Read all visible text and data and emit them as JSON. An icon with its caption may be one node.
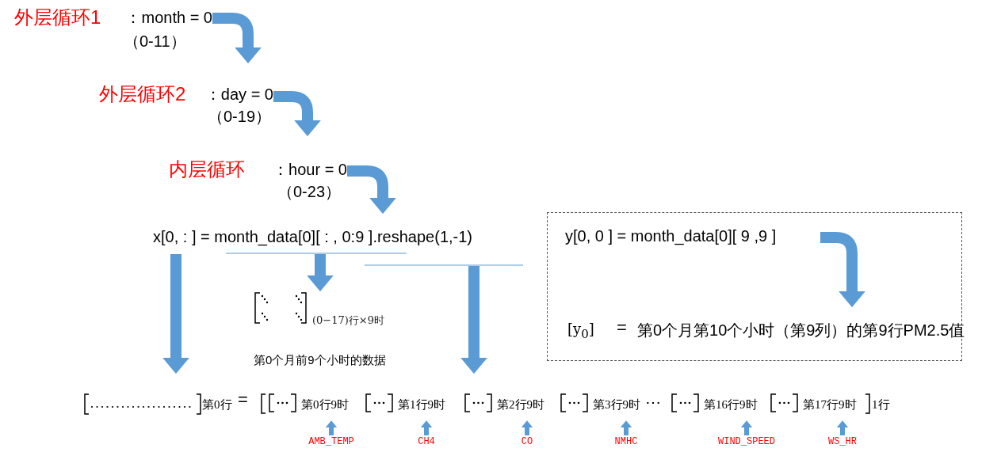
{
  "diagram": {
    "nodes": [
      {
        "text": [
          "外层循环1",
          "：month = 0",
          "（0-11）"
        ]
      },
      {
        "text": [
          "外层循环2",
          "：day = 0",
          "（0-19）"
        ]
      },
      {
        "text": [
          "内层循环",
          "：hour = 0",
          "（0-23）"
        ]
      },
      {
        "text": [
          "x[0, : ] = month_data[0][ : , 0:9 ].reshape(1,-1)"
        ]
      },
      {
        "text": [
          "(0−17)行×9时"
        ],
        "beside": [
          "第0个月前9个小时的数据"
        ]
      },
      {
        "text": [
          "第0行"
        ]
      },
      {
        "text": [
          "1行"
        ]
      },
      {
        "text": [
          "第0行9时"
        ],
        "in": 6
      },
      {
        "text": [
          "第1行9时"
        ],
        "in": 6
      },
      {
        "text": [
          "第2行9时"
        ],
        "in": 6
      },
      {
        "text": [
          "第3行9时"
        ],
        "in": 6
      },
      {
        "text": [
          "第16行9时"
        ],
        "in": 6
      },
      {
        "text": [
          "第17行9时"
        ],
        "in": 6
      },
      {
        "text": [],
        "shape": "box"
      },
      {
        "text": [
          "y[0, 0 ] = month_data[0][ 9 ,9 ]"
        ],
        "in": 13
      },
      {
        "text": [
          "[y$_{0}$]",
          "=",
          "第0个月第10个小时（第9列）的第9行PM2.5值"
        ],
        "in": 13
      },
      {
        "text": [
          "AMB_TEMP"
        ]
      },
      {
        "text": [
          "CH4"
        ]
      },
      {
        "text": [
          "CO"
        ]
      },
      {
        "text": [
          "NMHC"
        ]
      },
      {
        "text": [
          "WIND_SPEED"
        ]
      },
      {
        "text": [
          "WS_HR"
        ]
      }
    ],
    "edges": [
      {
        "from": 0,
        "to": 1,
        "arrow": "to"
      },
      {
        "from": 1,
        "to": 2,
        "arrow": "to"
      },
      {
        "from": 2,
        "to": 3,
        "arrow": "to"
      },
      {
        "from": 3,
        "to": 4,
        "arrow": "to"
      },
      {
        "from": 3,
        "to": 5,
        "arrow": "to"
      },
      {
        "from": 3,
        "to": 6,
        "arrow": "to"
      },
      {
        "from": 14,
        "to": 15,
        "arrow": "to"
      },
      {
        "from": 16,
        "to": 7,
        "arrow": "to"
      },
      {
        "from": 17,
        "to": 8,
        "arrow": "to"
      },
      {
        "from": 18,
        "to": 9,
        "arrow": "to"
      },
      {
        "from": 19,
        "to": 10,
        "arrow": "to"
      },
      {
        "from": 20,
        "to": 11,
        "arrow": "to"
      },
      {
        "from": 21,
        "to": 12,
        "arrow": "to"
      }
    ],
    "labels": [
      "=",
      "⋯"
    ]
  }
}
